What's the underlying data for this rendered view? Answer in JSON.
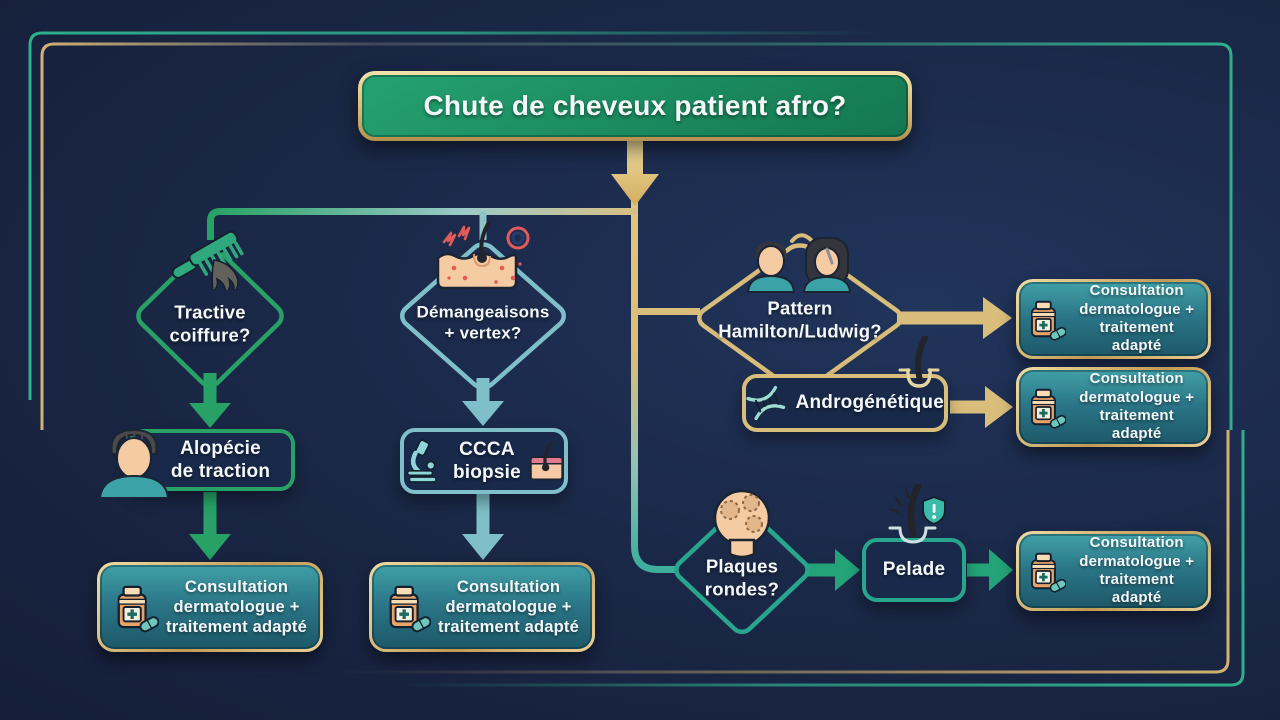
{
  "title": {
    "label": "Chute de cheveux patient afro?"
  },
  "decisions": {
    "tractive": {
      "line1": "Tractive",
      "line2": "coiffure?"
    },
    "itch": {
      "line1": "Démangeaisons",
      "line2": "+ vertex?"
    },
    "pattern": {
      "line1": "Pattern",
      "line2": "Hamilton/Ludwig?"
    },
    "plaques": {
      "line1": "Plaques",
      "line2": "rondes?"
    }
  },
  "diagnoses": {
    "traction": {
      "line1": "Alopécie",
      "line2": "de traction"
    },
    "ccca": {
      "line1": "CCCA",
      "line2": "biopsie"
    },
    "androgenetique": {
      "label": "Androgénétique"
    },
    "pelade": {
      "label": "Pelade"
    }
  },
  "result": {
    "line1": "Consultation",
    "line2": "dermatologue +",
    "line3": "traitement adapté"
  },
  "palette": {
    "background": "#18243f",
    "green": "#27a165",
    "teal_light": "#7fbfc9",
    "teal": "#28a58d",
    "gold": "#d9bd7b",
    "title_green": "#1c8f63",
    "result_fill_top": "#3a99a4",
    "result_fill_bottom": "#1d5868",
    "text": "#f4f7f8"
  },
  "icons": [
    "comb-icon",
    "scalp-itch-icon",
    "balding-couple-icon",
    "dna-icon",
    "hair-follicle-icon",
    "head-patches-icon",
    "follicle-shield-icon",
    "balding-man-icon",
    "microscope-icon",
    "skin-biopsy-icon",
    "medication-icon"
  ]
}
